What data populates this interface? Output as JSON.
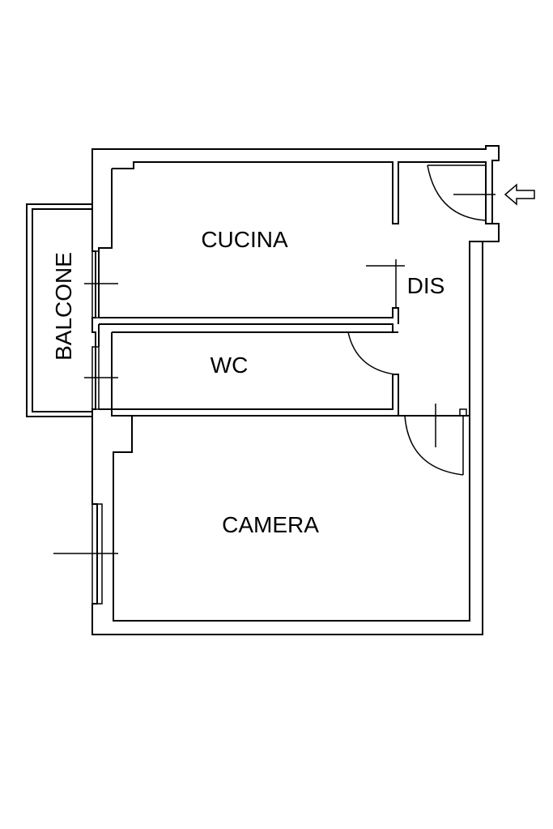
{
  "plan": {
    "rooms": {
      "cucina": "CUCINA",
      "wc": "WC",
      "camera": "CAMERA",
      "dis": "DIS",
      "balcone": "BALCONE"
    },
    "colors": {
      "wall": "#000000",
      "background": "#ffffff"
    },
    "entrance_icon": "arrow-left-icon"
  }
}
